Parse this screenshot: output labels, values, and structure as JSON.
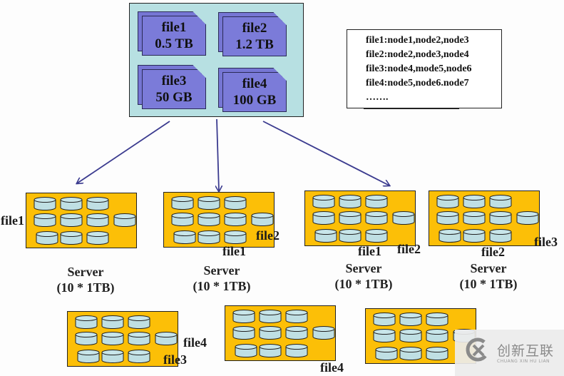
{
  "files": [
    {
      "name": "file1",
      "size": "0.5 TB"
    },
    {
      "name": "file2",
      "size": "1.2 TB"
    },
    {
      "name": "file3",
      "size": "50 GB"
    },
    {
      "name": "file4",
      "size": "100 GB"
    }
  ],
  "mapping": [
    "file1:node1,node2,node3",
    "file2:node2,node3,node4",
    "file3:node4,mode5,node6",
    "file4:node5,node6.node7",
    "……."
  ],
  "servers": [
    {
      "caption_title": "Server",
      "caption_capacity": "(10 * 1TB)",
      "labels": [
        "file1"
      ]
    },
    {
      "caption_title": "Server",
      "caption_capacity": "(10 * 1TB)",
      "labels": [
        "file2",
        "file1"
      ]
    },
    {
      "caption_title": "Server",
      "caption_capacity": "(10 * 1TB)",
      "labels": [
        "file1",
        "file2"
      ]
    },
    {
      "caption_title": "Server",
      "caption_capacity": "(10 * 1TB)",
      "labels": [
        "file2",
        "file3"
      ]
    },
    {
      "labels": [
        "file4",
        "file3"
      ]
    },
    {
      "labels": [
        "file4"
      ]
    },
    {
      "labels": []
    }
  ],
  "watermark": {
    "text": "创新互联",
    "subtext": "CHUANG XIN HU LIAN"
  },
  "colors": {
    "panel": "#b7e0e2",
    "document": "#7b7bd9",
    "server": "#fcbf07",
    "disk": "#bfdfe3",
    "arrow": "#3b3b8f"
  }
}
